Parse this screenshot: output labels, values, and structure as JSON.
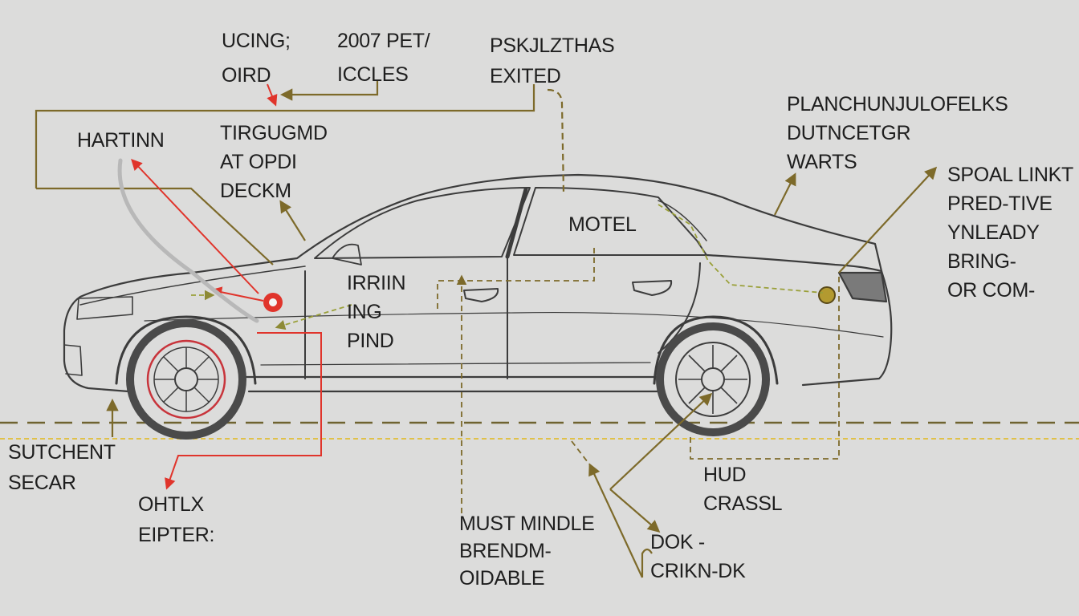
{
  "colors": {
    "background": "#dcdcdb",
    "car_outline": "#3c3c3c",
    "leader_olive": "#7d6a2a",
    "leader_red": "#e0342b",
    "leader_green": "#9aa03a",
    "ground_olive": "#6f6330",
    "ground_yellow": "#e0c14a"
  },
  "labels": {
    "top_left": {
      "lines": [
        "UCING;",
        "OIRD"
      ]
    },
    "top_mid": {
      "lines": [
        "2007 PET/",
        "ICCLES"
      ]
    },
    "top_center": {
      "lines": [
        "PSKJLZTHAS",
        "EXITED"
      ]
    },
    "hood_left": {
      "lines": [
        "HARTINN"
      ]
    },
    "hood_mid": {
      "lines": [
        "TIRGUGMD",
        "AT OPDI",
        "DECKM"
      ]
    },
    "top_right": {
      "lines": [
        "PLANCHUNJULOFELKS",
        "DUTNCETGR",
        "WARTS"
      ]
    },
    "right": {
      "lines": [
        "SPOAL LINKT",
        "PRED-TIVE",
        "YNLEADY",
        "BRING-",
        "OR COM-"
      ]
    },
    "window": {
      "lines": [
        "MOTEL"
      ]
    },
    "door": {
      "lines": [
        "IRRIIN",
        "ING",
        "PIND"
      ]
    },
    "bottom_left": {
      "lines": [
        "SUTCHENT",
        "SECAR"
      ]
    },
    "bottom_left_2": {
      "lines": [
        "OHTLX",
        "EIPTER:"
      ]
    },
    "bottom_center": {
      "lines": [
        "MUST MINDLE",
        "BRENDM-",
        "OIDABLE"
      ]
    },
    "bottom_right": {
      "lines": [
        "HUD",
        "CRASSL"
      ]
    },
    "bottom_right_2": {
      "lines": [
        "DOK -",
        "CRIKN-DK"
      ]
    }
  }
}
